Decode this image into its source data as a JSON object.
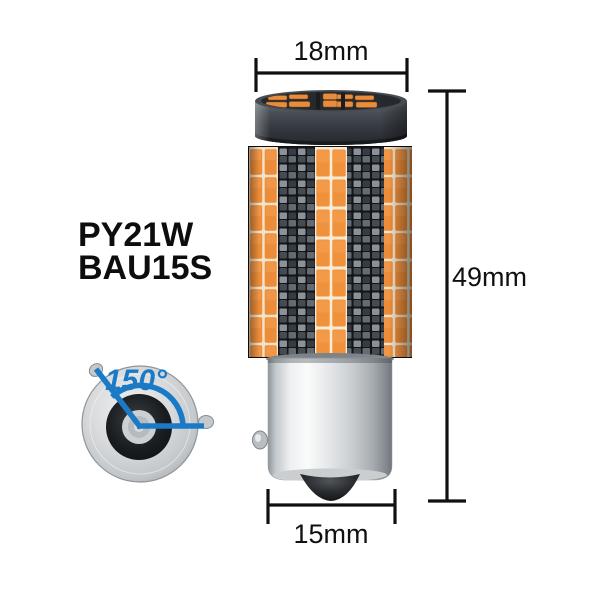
{
  "product": {
    "code_line1": "PY21W",
    "code_line2": "BAU15S"
  },
  "dimensions": {
    "top_diameter": "18mm",
    "total_height": "49mm",
    "base_diameter": "15mm"
  },
  "beam_angle": {
    "label": "150°"
  },
  "colors": {
    "led_orange": "#F0913C",
    "annotation_blue": "#1B7AC6",
    "dimension_line_black": "#101010",
    "cap_dark_gray": "#383d43",
    "chrome_base_light": "#eef0f1",
    "background": "#FFFFFF"
  }
}
